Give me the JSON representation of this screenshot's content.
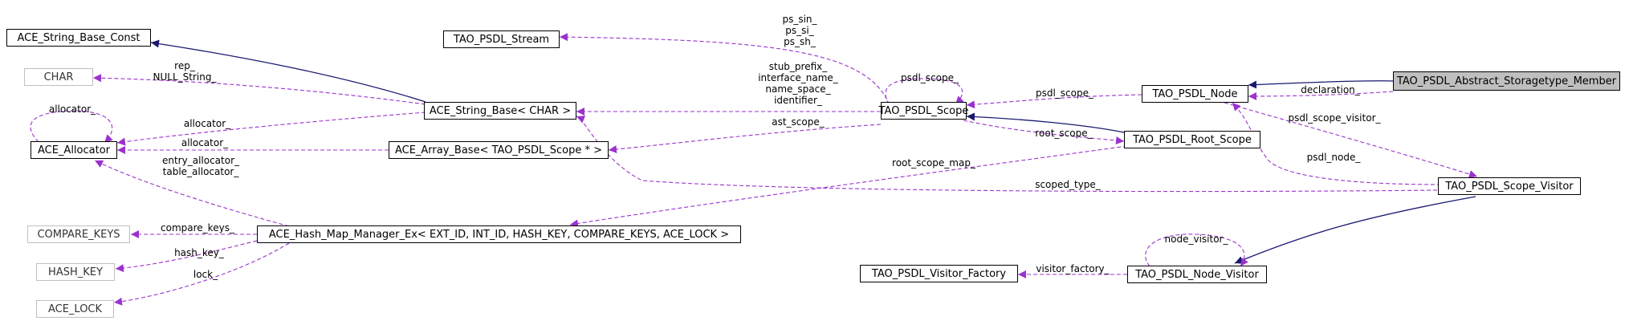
{
  "nodes": {
    "ace_string_base_const": "ACE_String_Base_Const",
    "char": "CHAR",
    "ace_allocator": "ACE_Allocator",
    "compare_keys": "COMPARE_KEYS",
    "hash_key": "HASH_KEY",
    "ace_lock": "ACE_LOCK",
    "tao_psdl_stream": "TAO_PSDL_Stream",
    "ace_string_base_char": "ACE_String_Base< CHAR >",
    "ace_array_base": "ACE_Array_Base< TAO_PSDL_Scope * >",
    "ace_hash_map_manager": "ACE_Hash_Map_Manager_Ex< EXT_ID, INT_ID, HASH_KEY, COMPARE_KEYS, ACE_LOCK >",
    "tao_psdl_scope": "TAO_PSDL_Scope",
    "tao_psdl_node": "TAO_PSDL_Node",
    "tao_psdl_root_scope": "TAO_PSDL_Root_Scope",
    "tao_psdl_abstract_storagetype_member": "TAO_PSDL_Abstract_Storagetype_Member",
    "tao_psdl_scope_visitor": "TAO_PSDL_Scope_Visitor",
    "tao_psdl_visitor_factory": "TAO_PSDL_Visitor_Factory",
    "tao_psdl_node_visitor": "TAO_PSDL_Node_Visitor"
  },
  "edge_labels": {
    "ps_stream": [
      "ps_sin_",
      "ps_si_",
      "ps_sh_"
    ],
    "rep_null": [
      "rep_",
      "NULL_String_"
    ],
    "allocator_self": [
      "allocator_"
    ],
    "allocator_string": [
      "allocator_"
    ],
    "allocator_array": [
      "allocator_"
    ],
    "allocator_hash": [
      "entry_allocator_",
      "table_allocator_"
    ],
    "scope_strings": [
      "stub_prefix_",
      "interface_name_",
      "name_space_",
      "identifier_"
    ],
    "psdl_scope_self": [
      "psdl_scope_"
    ],
    "ast_scope": [
      "ast_scope_"
    ],
    "psdl_scope_node": [
      "psdl_scope_"
    ],
    "declaration": [
      "declaration_"
    ],
    "root_scope": [
      "root_scope_"
    ],
    "root_scope_map": [
      "root_scope_map_"
    ],
    "scoped_type": [
      "scoped_type_"
    ],
    "psdl_scope_visitor": [
      "psdl_scope_visitor_"
    ],
    "psdl_node": [
      "psdl_node_"
    ],
    "compare_keys": [
      "compare_keys_"
    ],
    "hash_key": [
      "hash_key_"
    ],
    "lock": [
      "lock_"
    ],
    "node_visitor": [
      "node_visitor_"
    ],
    "visitor_factory": [
      "visitor_factory_"
    ]
  },
  "colors": {
    "inheritance": "#191970",
    "usage": "#9a32cd",
    "focus_fill": "#bfbfbf",
    "external_border": "#c0c0c0"
  }
}
